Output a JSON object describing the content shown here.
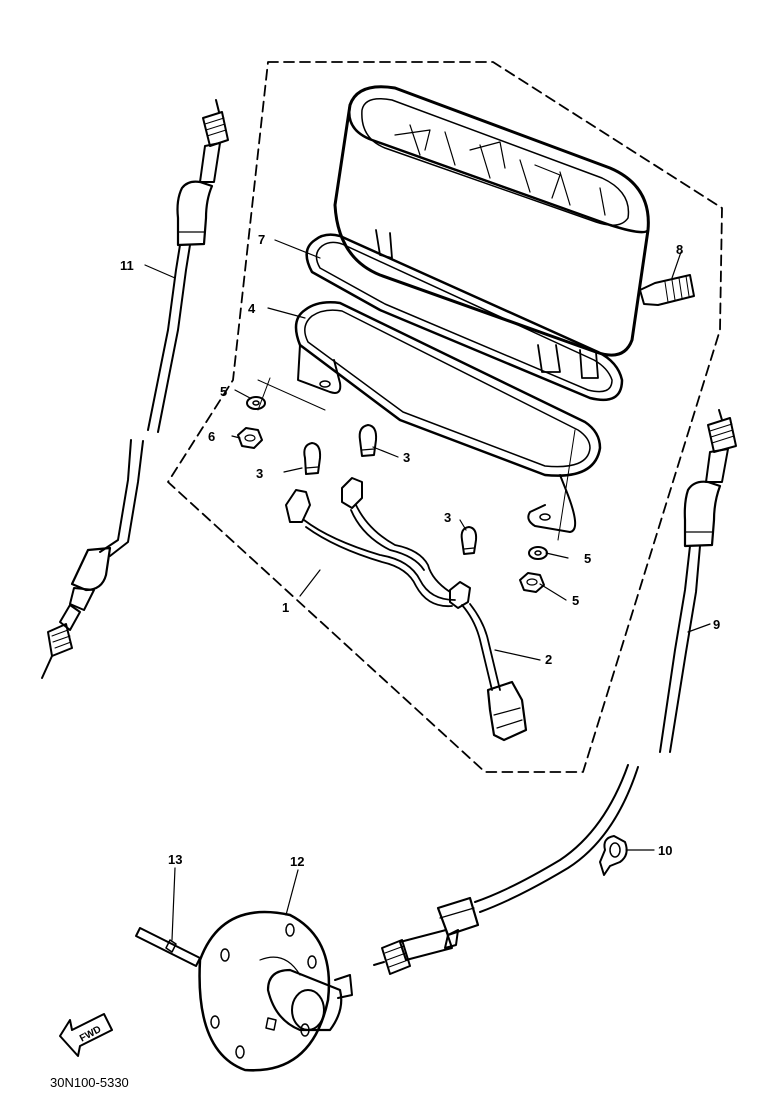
{
  "callouts": {
    "c1": "1",
    "c2": "2",
    "c3a": "3",
    "c3b": "3",
    "c3c": "3",
    "c4": "4",
    "c5a": "5",
    "c5b": "5",
    "c5c": "5",
    "c6": "6",
    "c7": "7",
    "c8": "8",
    "c9": "9",
    "c10": "10",
    "c11": "11",
    "c12": "12",
    "c13": "13"
  },
  "forward_arrow_label": "FWD",
  "diagram_code": "30N100-5330",
  "colors": {
    "ink": "#000000",
    "paper": "#ffffff"
  }
}
